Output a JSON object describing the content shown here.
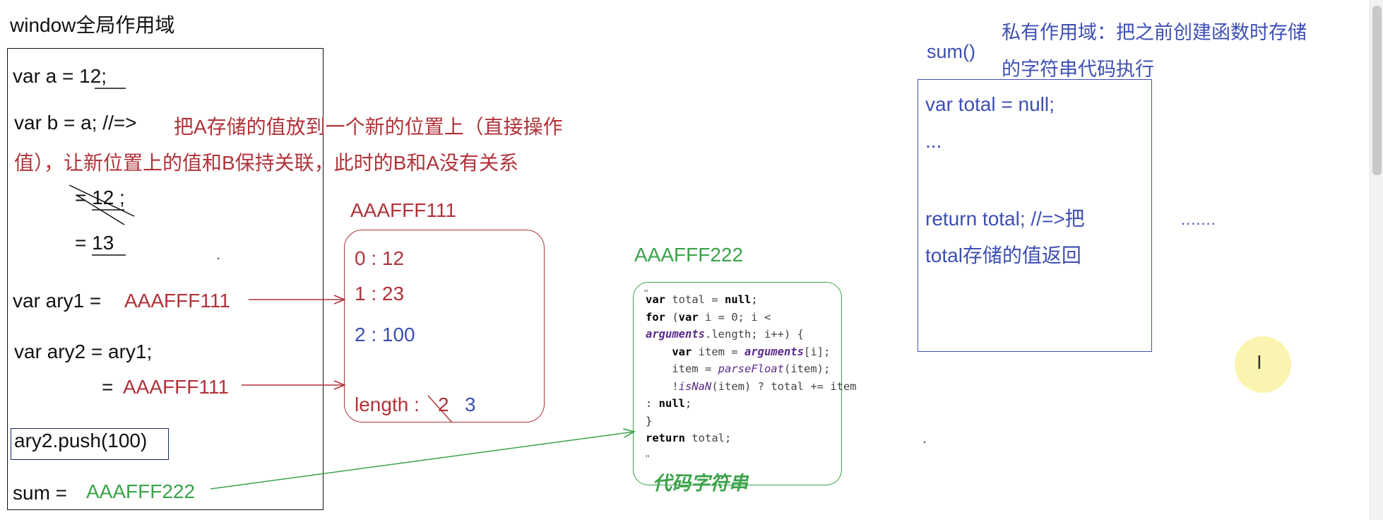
{
  "header": {
    "title": "window全局作用域"
  },
  "global_scope": {
    "line_a": "var a  = 12;",
    "line_b_code": "var b = a;  //=>",
    "line_b_comment_1": "把A存储的值放到一个新的位置上（直接操作",
    "line_b_comment_2": "值），让新位置上的值和B保持关联，此时的B和A没有关系",
    "struck_value": "= 12 ;",
    "new_value": "= 13",
    "ary1_label": "var ary1 =",
    "ary1_ref": "AAAFFF111",
    "ary2_label": "var ary2 = ary1;",
    "ary2_eq": "=",
    "ary2_ref": "AAAFFF111",
    "push_call": "ary2.push(100)",
    "sum_label": "sum =",
    "sum_ref": "AAAFFF222"
  },
  "heap_object": {
    "address": "AAAFFF111",
    "entries": [
      "0 : 12",
      "1 : 23"
    ],
    "added_entry": "2 : 100",
    "length_label": "length :",
    "old_length": "2",
    "new_length": "3"
  },
  "heap_function": {
    "address": "AAAFFF222",
    "caption": "代码字符串",
    "code": {
      "l1_a": "var",
      "l1_b": " total = ",
      "l1_c": "null",
      "l1_d": ";",
      "l2_a": "for",
      "l2_b": " (",
      "l2_c": "var",
      "l2_d": " i = 0; i <",
      "l3_a": "arguments",
      "l3_b": ".length; i++) {",
      "l4_a": "    ",
      "l4_b": "var",
      "l4_c": " item = ",
      "l4_d": "arguments",
      "l4_e": "[i];",
      "l5_a": "    item = ",
      "l5_b": "parseFloat",
      "l5_c": "(item);",
      "l6_a": "    !",
      "l6_b": "isNaN",
      "l6_c": "(item) ? total += item",
      "l7_a": ": ",
      "l7_b": "null",
      "l7_c": ";",
      "l8": "}",
      "l9_a": "return",
      "l9_b": " total;"
    }
  },
  "private_scope": {
    "function_name": "sum()",
    "note_1": "私有作用域：把之前创建函数时存储",
    "note_2": "的字符串代码执行",
    "line_1": "var total = null;",
    "line_2": "...",
    "line_3": "return total; //=>把",
    "line_4": "total存储的值返回",
    "ellipsis": "......."
  },
  "colors": {
    "red": "#b0333a",
    "blue": "#3d4fb4",
    "green": "#3aa34a",
    "black": "#111111"
  },
  "icons": {
    "cursor": "text-cursor-icon"
  }
}
